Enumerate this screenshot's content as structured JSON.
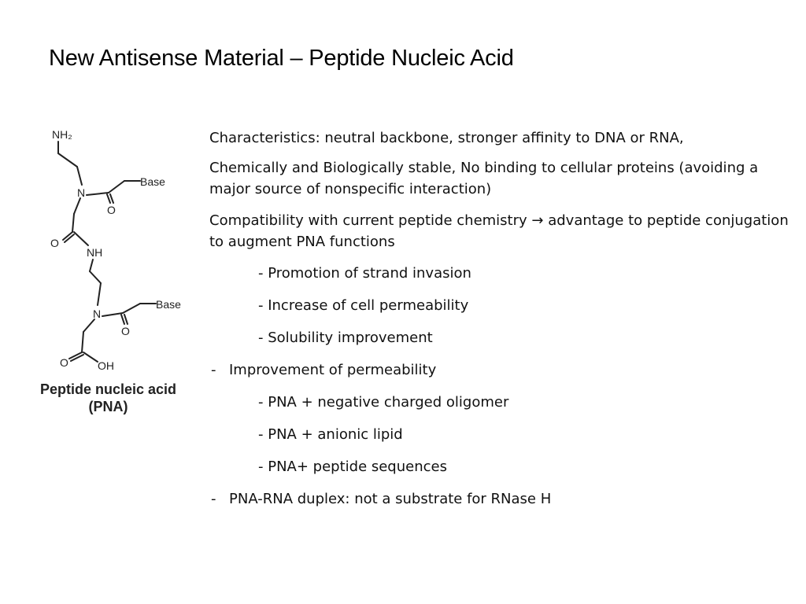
{
  "title": "New Antisense Material – Peptide Nucleic Acid",
  "figure": {
    "labels": {
      "nh2": "NH₂",
      "base1": "Base",
      "n1": "N",
      "o1": "O",
      "o2": "O",
      "nh": "NH",
      "base2": "Base",
      "n2": "N",
      "o3": "O",
      "o4": "O",
      "oh": "OH"
    },
    "caption_line1": "Peptide nucleic acid",
    "caption_line2": "(PNA)"
  },
  "content": {
    "line1": "Characteristics: neutral backbone, stronger affinity to DNA or RNA,",
    "line2": "Chemically and Biologically stable, No binding to cellular proteins (avoiding a major source of nonspecific interaction)",
    "line3_before": "Compatibility with current peptide chemistry ",
    "line3_arrow": "→",
    "line3_after": " advantage to peptide conjugation to augment PNA functions",
    "sub1": "- Promotion of strand invasion",
    "sub2": "- Increase of cell permeability",
    "sub3": "- Solubility improvement",
    "dash_mark": "-",
    "item1": "Improvement of permeability",
    "sub4": "- PNA + negative charged oligomer",
    "sub5": "- PNA + anionic lipid",
    "sub6": "- PNA+ peptide sequences",
    "item2": "PNA-RNA duplex: not a substrate for RNase H"
  }
}
